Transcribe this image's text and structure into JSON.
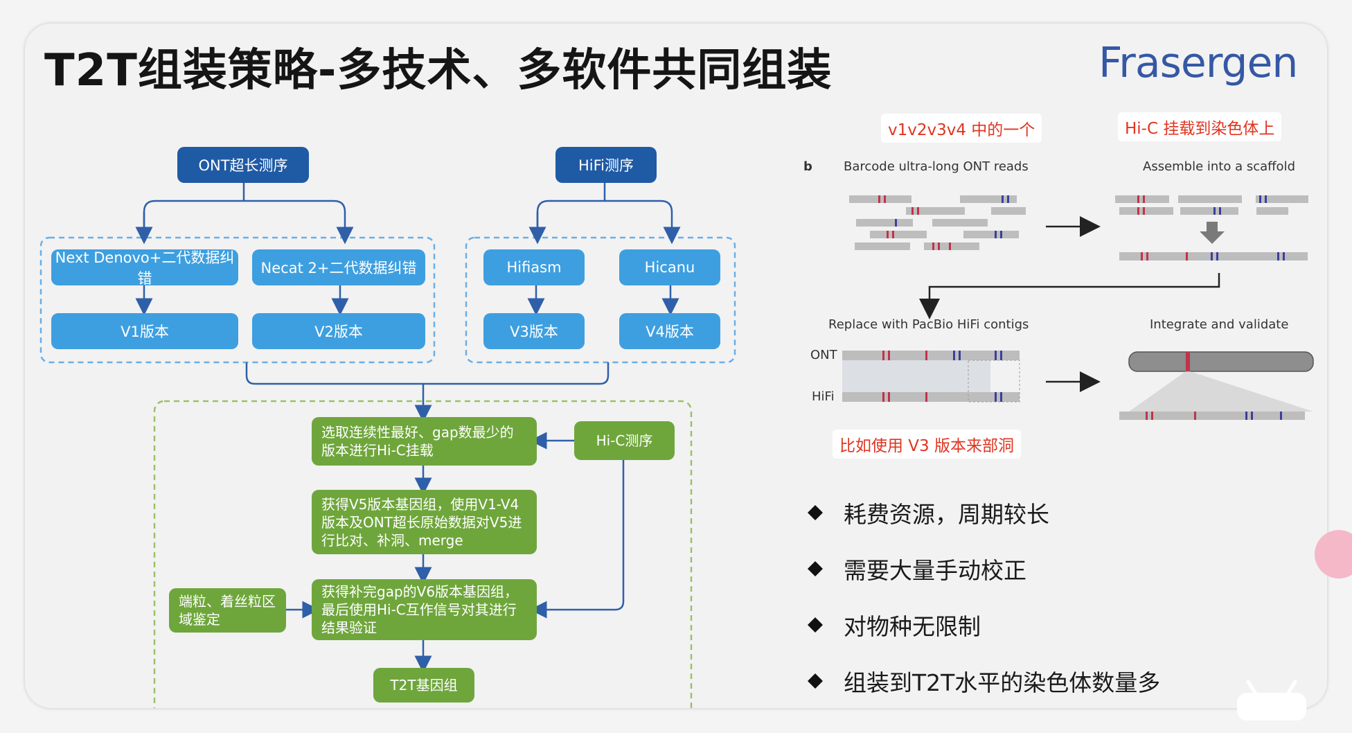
{
  "title": "T2T组装策略-多技术、多软件共同组装",
  "logo": "Frasergen",
  "flow": {
    "ont": "ONT超长测序",
    "hifi": "HiFi测序",
    "nextdenovo": "Next Denovo+二代数据纠错",
    "necat": "Necat 2+二代数据纠错",
    "hifiasm": "Hifiasm",
    "hicanu": "Hicanu",
    "v1": "V1版本",
    "v2": "V2版本",
    "v3": "V3版本",
    "v4": "V4版本",
    "select": "选取连续性最好、gap数最少的版本进行Hi-C挂载",
    "hic": "Hi-C测序",
    "v5": "获得V5版本基因组，使用V1-V4版本及ONT超长原始数据对V5进行比对、补洞、merge",
    "v6": "获得补完gap的V6版本基因组，最后使用Hi-C互作信号对其进行结果验证",
    "telomere": "端粒、着丝粒区域鉴定",
    "t2t": "T2T基因组"
  },
  "panel": {
    "letter": "b",
    "step1": "Barcode ultra-long ONT reads",
    "step2": "Assemble into a scaffold",
    "step3": "Replace with PacBio HiFi contigs",
    "step4": "Integrate and validate",
    "ont_label": "ONT",
    "hifi_label": "HiFi"
  },
  "annotations": {
    "a1": "v1v2v3v4 中的一个",
    "a2": "Hi-C 挂载到染色体上",
    "a3": "比如使用 V3 版本来部洞"
  },
  "bullets": [
    "耗费资源，周期较长",
    "需要大量手动校正",
    "对物种无限制",
    "组装到T2T水平的染色体数量多"
  ],
  "colors": {
    "navy": "#1f5aa5",
    "blue": "#3e9fe0",
    "green": "#6fa63c",
    "red": "#e03420"
  }
}
